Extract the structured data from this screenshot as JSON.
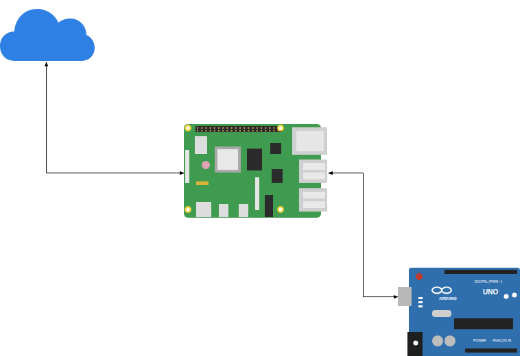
{
  "diagram": {
    "nodes": [
      {
        "text": []
      },
      {
        "text": []
      },
      {
        "text": [
          "ARDUINO",
          "UNO"
        ]
      }
    ],
    "edges": [
      {
        "from": 0,
        "to": 1,
        "arrow": "both"
      },
      {
        "from": 1,
        "to": 2,
        "arrow": "both"
      }
    ],
    "labels": [
      "DIGITAL (PWM ~)",
      "POWER",
      "ANALOG IN"
    ]
  }
}
